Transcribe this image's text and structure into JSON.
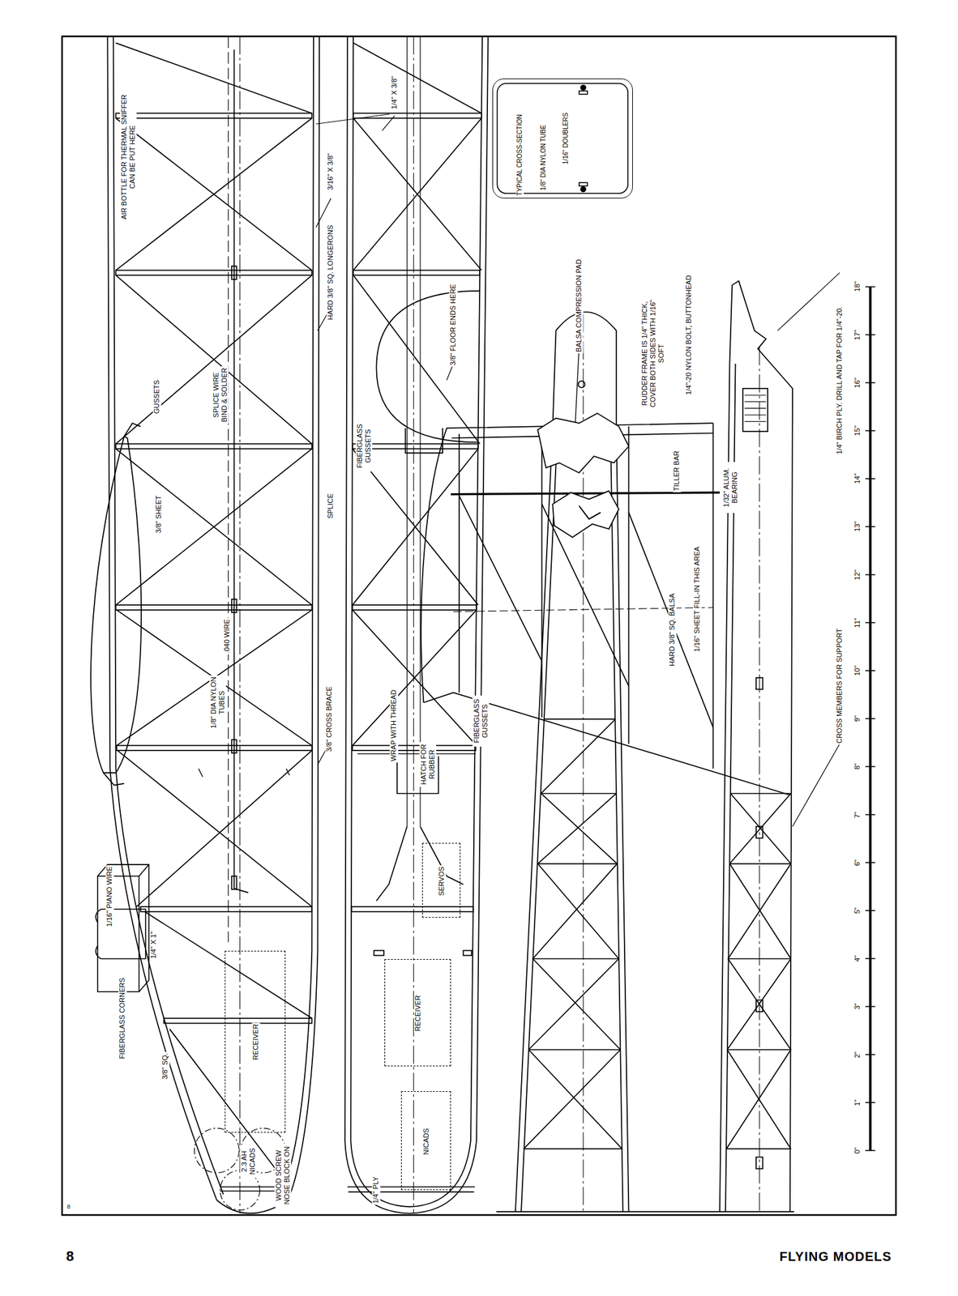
{
  "diagram": {
    "nodes": [
      {
        "text": [
          "RECEIVER"
        ]
      },
      {
        "text": [
          "RECEIVER"
        ]
      },
      {
        "text": [
          "SERVOS"
        ]
      },
      {
        "text": [
          "NICADS"
        ]
      },
      {
        "text": [
          "TYPICAL CROSS-SECTION",
          "1/8\" DIA NYLON TUBE",
          "1/16\" DOUBLERS"
        ]
      }
    ],
    "labels": [
      "AIR BOTTLE FOR THERMAL SNIFFER CAN BE PUT HERE",
      "1/4\" X 3/8\"",
      "3/16\" X 3/8\"",
      "HARD 3/8\" SQ. LONGERONS",
      "GUSSETS",
      "SPLICE WIRE BIND & SOLDER",
      "SPLICE",
      "3/8\" SHEET",
      ".040 WIRE",
      "1/8\" DIA NYLON TUBES",
      "3/8\" CROSS BRACE",
      "1/16\" PIANO WIRE",
      "1/4\" X 1\"",
      "FIBERGLASS CORNERS",
      "3/8\" SQ.",
      "2.3 AH NICADS",
      "WOOD SCREW NOSE BLOCK ON",
      "1/4\" PLY",
      "3/8\" FLOOR ENDS HERE",
      "FIBERGLASS GUSSETS",
      "WRAP WITH THREAD",
      "HATCH FOR RUBBER",
      "FIBERGLASS GUSSETS",
      "BALSA COMPRESSION PAD",
      "RUDDER FRAME IS 1/4\" THICK, COVER BOTH SIDES WITH 1/16\" SOFT",
      "1/4\"-20 NYLON BOLT, BUTTONHEAD",
      "TILLER BAR",
      "1/32\" ALUM. BEARING",
      "HARD 3/8\" SQ. BALSA",
      "1/16\" SHEET FILL-IN THIS AREA",
      "1/4\" BIRCH PLY. DRILL AND TAP FOR 1/4\"-20.",
      "CROSS MEMBERS FOR SUPPORT",
      "0\"",
      "1\"",
      "2\"",
      "3\"",
      "4\"",
      "5\"",
      "6\"",
      "7\"",
      "8\"",
      "9\"",
      "10\"",
      "11\"",
      "12\"",
      "13\"",
      "14\"",
      "15\"",
      "16\"",
      "17\"",
      "18\"",
      "8",
      "8",
      "FLYING MODELS"
    ]
  }
}
